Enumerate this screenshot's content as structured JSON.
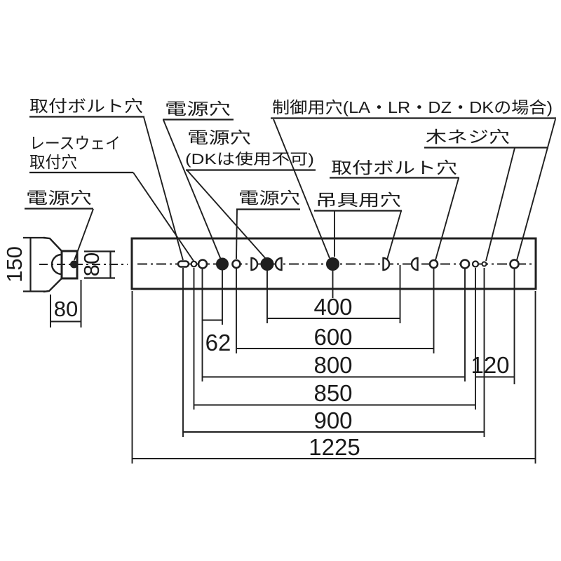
{
  "page": {
    "background": "#ffffff",
    "line_color": "#1f1f1f",
    "description": "luminaire mounting hole dimension drawing"
  },
  "labels": {
    "mount_bolt_left": "取付ボルト穴",
    "power_top": "電源穴",
    "control": "制御用穴(LA・LR・DZ・DKの場合)",
    "raceway_l1": "レースウェイ",
    "raceway_l2": "取付穴",
    "power_dk_l1": "電源穴",
    "power_dk_l2": "(DKは使用不可)",
    "wood_screw": "木ネジ穴",
    "mount_bolt_right": "取付ボルト穴",
    "power_mid": "電源穴",
    "hanging": "吊具用穴",
    "power_left": "電源穴"
  },
  "dimensions": {
    "offset_62": "62",
    "offset_120": "120",
    "length_400": "400",
    "length_600": "600",
    "length_800": "800",
    "length_850": "850",
    "length_900": "900",
    "overall_1225": "1225",
    "section_width_150": "150",
    "section_body_80": "80",
    "section_depth_80": "80"
  }
}
